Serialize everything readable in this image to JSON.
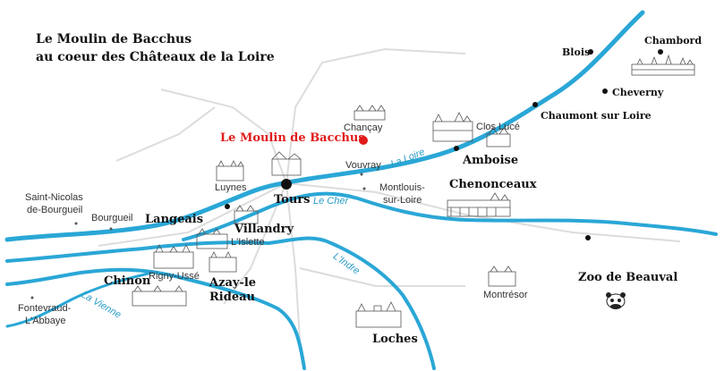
{
  "title": {
    "line1": "Le Moulin de Bacchus",
    "line2": "au coeur des Châteaux de la Loire"
  },
  "colors": {
    "river": "#2aa7d6",
    "road": "#d9d9d9",
    "highlight": "#e01b1b",
    "text": "#111111"
  },
  "highlight_place": "Le Moulin de Bacchus",
  "places": {
    "chambord": "Chambord",
    "blois": "Blois",
    "cheverny": "Cheverny",
    "chaumont": "Chaumont sur Loire",
    "clos_luce": "Clos Lucé",
    "amboise": "Amboise",
    "chancay": "Chançay",
    "vouvray": "Vouvray",
    "montlouis_1": "Montlouis-",
    "montlouis_2": "sur-Loire",
    "chenonceaux": "Chenonceaux",
    "luynes": "Luynes",
    "tours": "Tours",
    "villandry": "Villandry",
    "lislette": "L'Islette",
    "saint_nicolas_1": "Saint-Nicolas",
    "saint_nicolas_2": "de-Bourgueil",
    "bourgueil": "Bourgueil",
    "langeais": "Langeais",
    "chinon": "Chinon",
    "rigny_usse": "Rigny-Ussé",
    "azay_1": "Azay-le",
    "azay_2": "Rideau",
    "fontevraud_1": "Fontevraud-",
    "fontevraud_2": "L'Abbaye",
    "montresor": "Montrésor",
    "loches": "Loches",
    "beauval": "Zoo de Beauval"
  },
  "rivers": {
    "loire": "La Loire",
    "cher": "Le Cher",
    "indre": "L'Indre",
    "vienne": "La Vienne"
  },
  "icons": [
    "chateau-icon",
    "panda-icon",
    "location-marker-icon"
  ]
}
